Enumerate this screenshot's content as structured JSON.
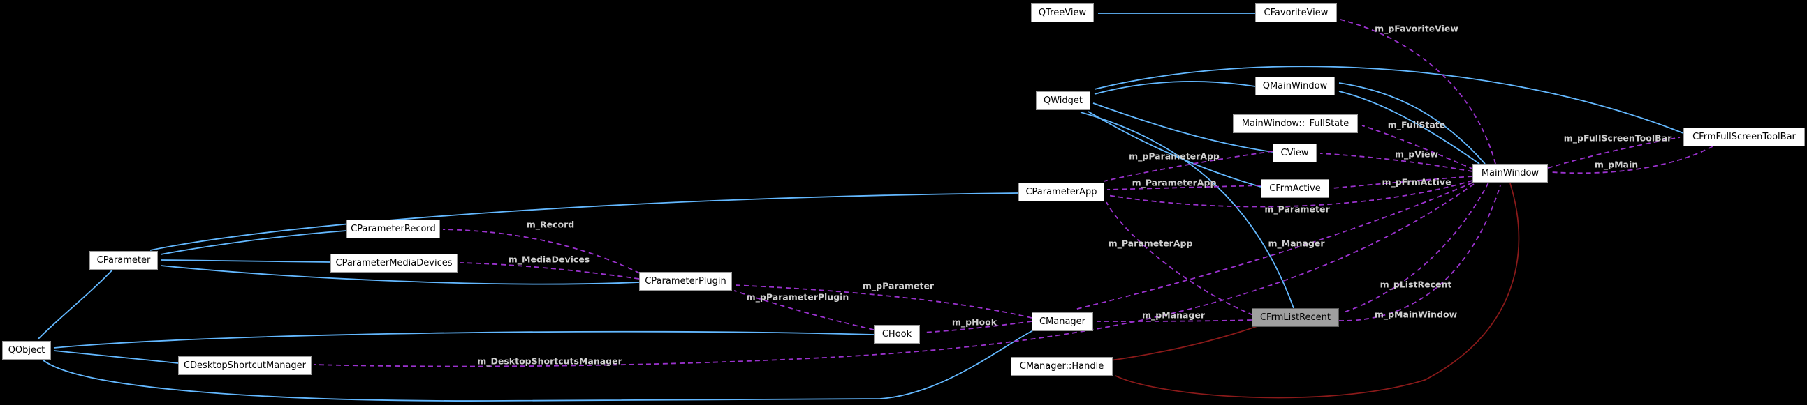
{
  "diagram": {
    "type": "doxygen-collaboration-graph",
    "highlighted_node": "CFrmListRecent",
    "background": "#000000"
  },
  "colors": {
    "inheritance_edge": "#63b8ff",
    "usage_edge": "#9a32cd",
    "private_inheritance_edge": "#8b1a1a",
    "node_background": "#ffffff",
    "node_border": "#9a9a9a",
    "highlight_background": "#9f9f9f",
    "edge_label_text": "#cfcfcf",
    "node_text": "#000000"
  },
  "nodes": {
    "qtreeview": {
      "label": "QTreeView"
    },
    "cfavoriteview": {
      "label": "CFavoriteView"
    },
    "qwidget": {
      "label": "QWidget"
    },
    "qmainwindow": {
      "label": "QMainWindow"
    },
    "fullstate": {
      "label": "MainWindow::_FullState"
    },
    "cview": {
      "label": "CView"
    },
    "cfrmactive": {
      "label": "CFrmActive"
    },
    "mainwindow": {
      "label": "MainWindow"
    },
    "cfrmfullscreentoolbar": {
      "label": "CFrmFullScreenToolBar"
    },
    "cparameterapp": {
      "label": "CParameterApp"
    },
    "cparameterrecord": {
      "label": "CParameterRecord"
    },
    "cparametermediadevices": {
      "label": "CParameterMediaDevices"
    },
    "cparameterplugin": {
      "label": "CParameterPlugin"
    },
    "cparameter": {
      "label": "CParameter"
    },
    "qobject": {
      "label": "QObject"
    },
    "cdesktopshortcutmanager": {
      "label": "CDesktopShortcutManager"
    },
    "chook": {
      "label": "CHook"
    },
    "cmanager": {
      "label": "CManager"
    },
    "cfrmlistrecent": {
      "label": "CFrmListRecent"
    },
    "cmanagerhandle": {
      "label": "CManager::Handle"
    }
  },
  "edges": {
    "m_pFavoriteView": {
      "label": "m_pFavoriteView",
      "from": "MainWindow",
      "to": "CFavoriteView",
      "kind": "usage"
    },
    "m_FullState": {
      "label": "m_FullState",
      "from": "MainWindow",
      "to": "MainWindow::_FullState",
      "kind": "usage"
    },
    "m_pView": {
      "label": "m_pView",
      "from": "MainWindow",
      "to": "CView",
      "kind": "usage"
    },
    "m_pFrmActive": {
      "label": "m_pFrmActive",
      "from": "MainWindow",
      "to": "CFrmActive",
      "kind": "usage"
    },
    "m_Parameter": {
      "label": "m_Parameter",
      "from": "MainWindow",
      "to": "CParameterApp",
      "kind": "usage"
    },
    "m_pParameterApp": {
      "label": "m_pParameterApp",
      "from": "CView",
      "to": "CParameterApp",
      "kind": "usage"
    },
    "m_ParameterApp_active": {
      "label": "m_ParameterApp",
      "from": "CFrmActive",
      "to": "CParameterApp",
      "kind": "usage"
    },
    "m_ParameterApp_recent": {
      "label": "m_ParameterApp",
      "from": "CFrmListRecent",
      "to": "CParameterApp",
      "kind": "usage"
    },
    "m_Manager": {
      "label": "m_Manager",
      "from": "MainWindow",
      "to": "CManager",
      "kind": "usage"
    },
    "m_pListRecent": {
      "label": "m_pListRecent",
      "from": "MainWindow",
      "to": "CFrmListRecent",
      "kind": "usage"
    },
    "m_pMainWindow": {
      "label": "m_pMainWindow",
      "from": "CFrmListRecent",
      "to": "MainWindow",
      "kind": "usage"
    },
    "m_pManager": {
      "label": "m_pManager",
      "from": "CFrmListRecent",
      "to": "CManager",
      "kind": "usage"
    },
    "m_pFullScreenToolBar": {
      "label": "m_pFullScreenToolBar",
      "from": "MainWindow",
      "to": "CFrmFullScreenToolBar",
      "kind": "usage"
    },
    "m_pMain": {
      "label": "m_pMain",
      "from": "CFrmFullScreenToolBar",
      "to": "MainWindow",
      "kind": "usage"
    },
    "m_Record": {
      "label": "m_Record",
      "from": "CParameterPlugin",
      "to": "CParameterRecord",
      "kind": "usage"
    },
    "m_MediaDevices": {
      "label": "m_MediaDevices",
      "from": "CParameterPlugin",
      "to": "CParameterMediaDevices",
      "kind": "usage"
    },
    "m_pParameter": {
      "label": "m_pParameter",
      "from": "CManager",
      "to": "CParameterPlugin",
      "kind": "usage"
    },
    "m_pParameterPlugin": {
      "label": "m_pParameterPlugin",
      "from": "CHook",
      "to": "CParameterPlugin",
      "kind": "usage"
    },
    "m_pHook": {
      "label": "m_pHook",
      "from": "CManager",
      "to": "CHook",
      "kind": "usage"
    },
    "m_DesktopShortcutsManager": {
      "label": "m_DesktopShortcutsManager",
      "from": "MainWindow",
      "to": "CDesktopShortcutManager",
      "kind": "usage"
    }
  }
}
